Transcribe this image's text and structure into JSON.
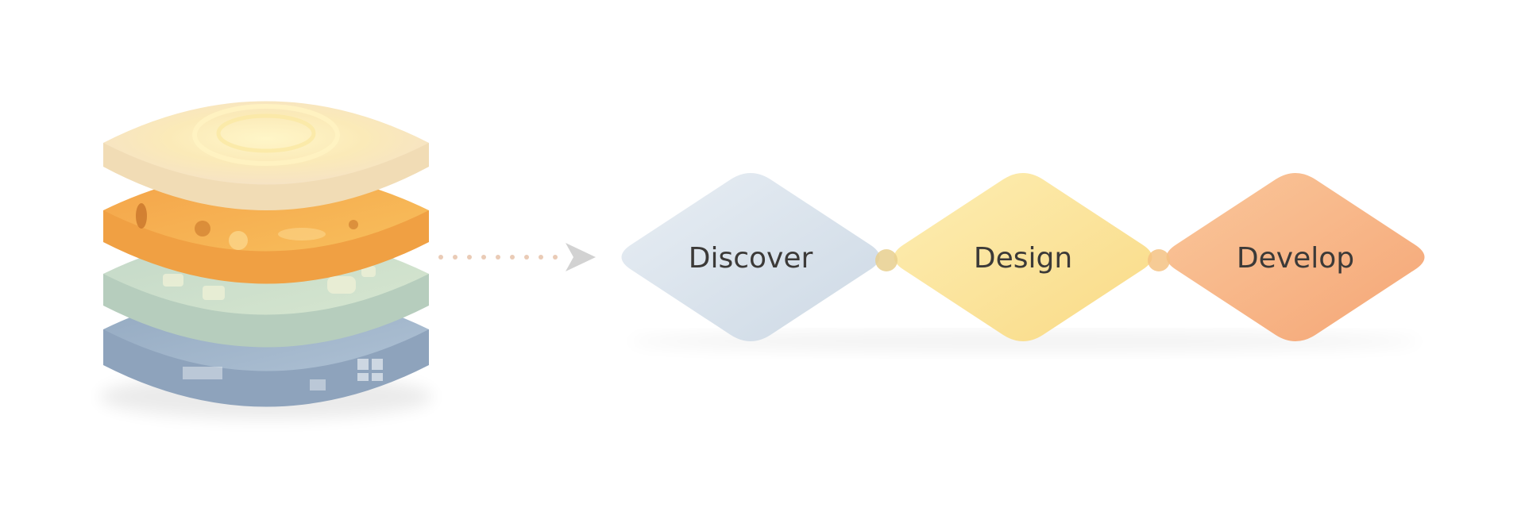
{
  "stages": [
    {
      "label": "Discover",
      "color": "#d9e3ec"
    },
    {
      "label": "Design",
      "color": "#fae39a"
    },
    {
      "label": "Develop",
      "color": "#f7b487"
    }
  ],
  "stack_layers": [
    {
      "name": "top-layer",
      "color": "#f8e7c2"
    },
    {
      "name": "orange-layer",
      "color": "#f6ad52"
    },
    {
      "name": "green-layer",
      "color": "#c8dccc"
    },
    {
      "name": "blue-layer",
      "color": "#9db0c6"
    }
  ],
  "connector_color": "#eacbb6",
  "arrow_color": "#d2d2d2"
}
